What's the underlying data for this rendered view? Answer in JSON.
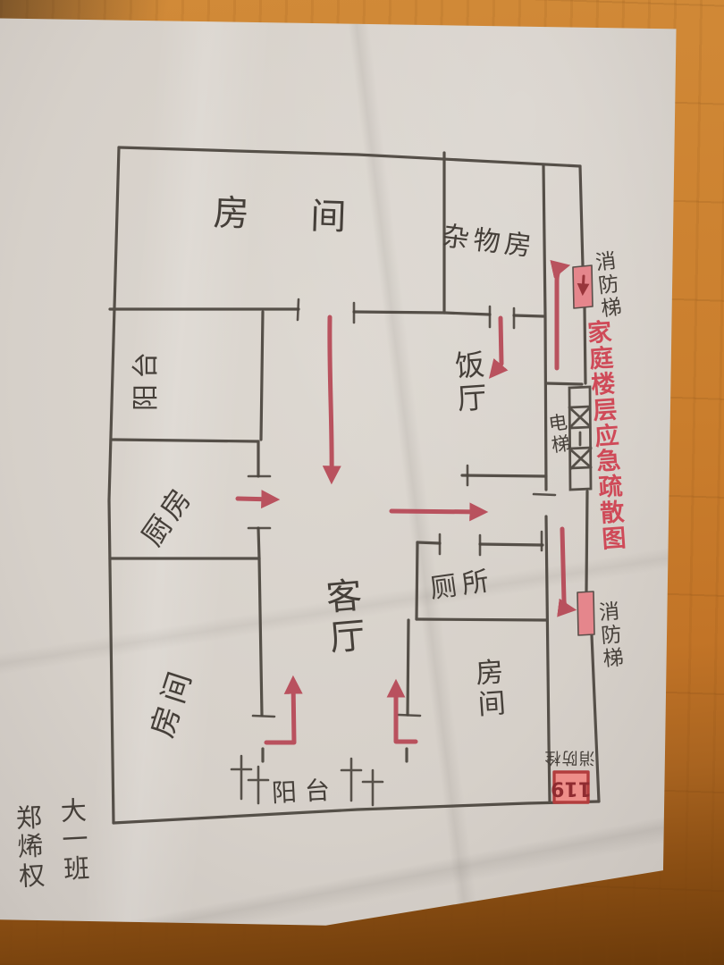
{
  "title": {
    "text": "家庭楼层应急疏散图",
    "color": "#cf4a58"
  },
  "rooms": {
    "bedroom_top": "房 间",
    "storage": "杂物房",
    "dining": "饭厅",
    "balcony_left": "阳台",
    "kitchen": "厨房",
    "bedroom_left": "房间",
    "living": "客厅",
    "toilet": "厕所",
    "bedroom_right": "房间",
    "balcony_bottom": "阳台"
  },
  "labels": {
    "elevator": "电梯",
    "fire_escape_top": "消防梯",
    "fire_escape_bottom": "消防梯",
    "fire_hydrant": "消防栓",
    "emergency_number": "119"
  },
  "signature": {
    "class_line": "大一班",
    "name_line": "郑烯权"
  },
  "colors": {
    "route_arrow": "#b5404f",
    "title_red": "#cf4a58",
    "fire_door": "#e5868c",
    "hydrant_box": "#ee8e89",
    "ink": "#453f39",
    "paper": "#d6d0c9",
    "wood": "#c27427"
  }
}
